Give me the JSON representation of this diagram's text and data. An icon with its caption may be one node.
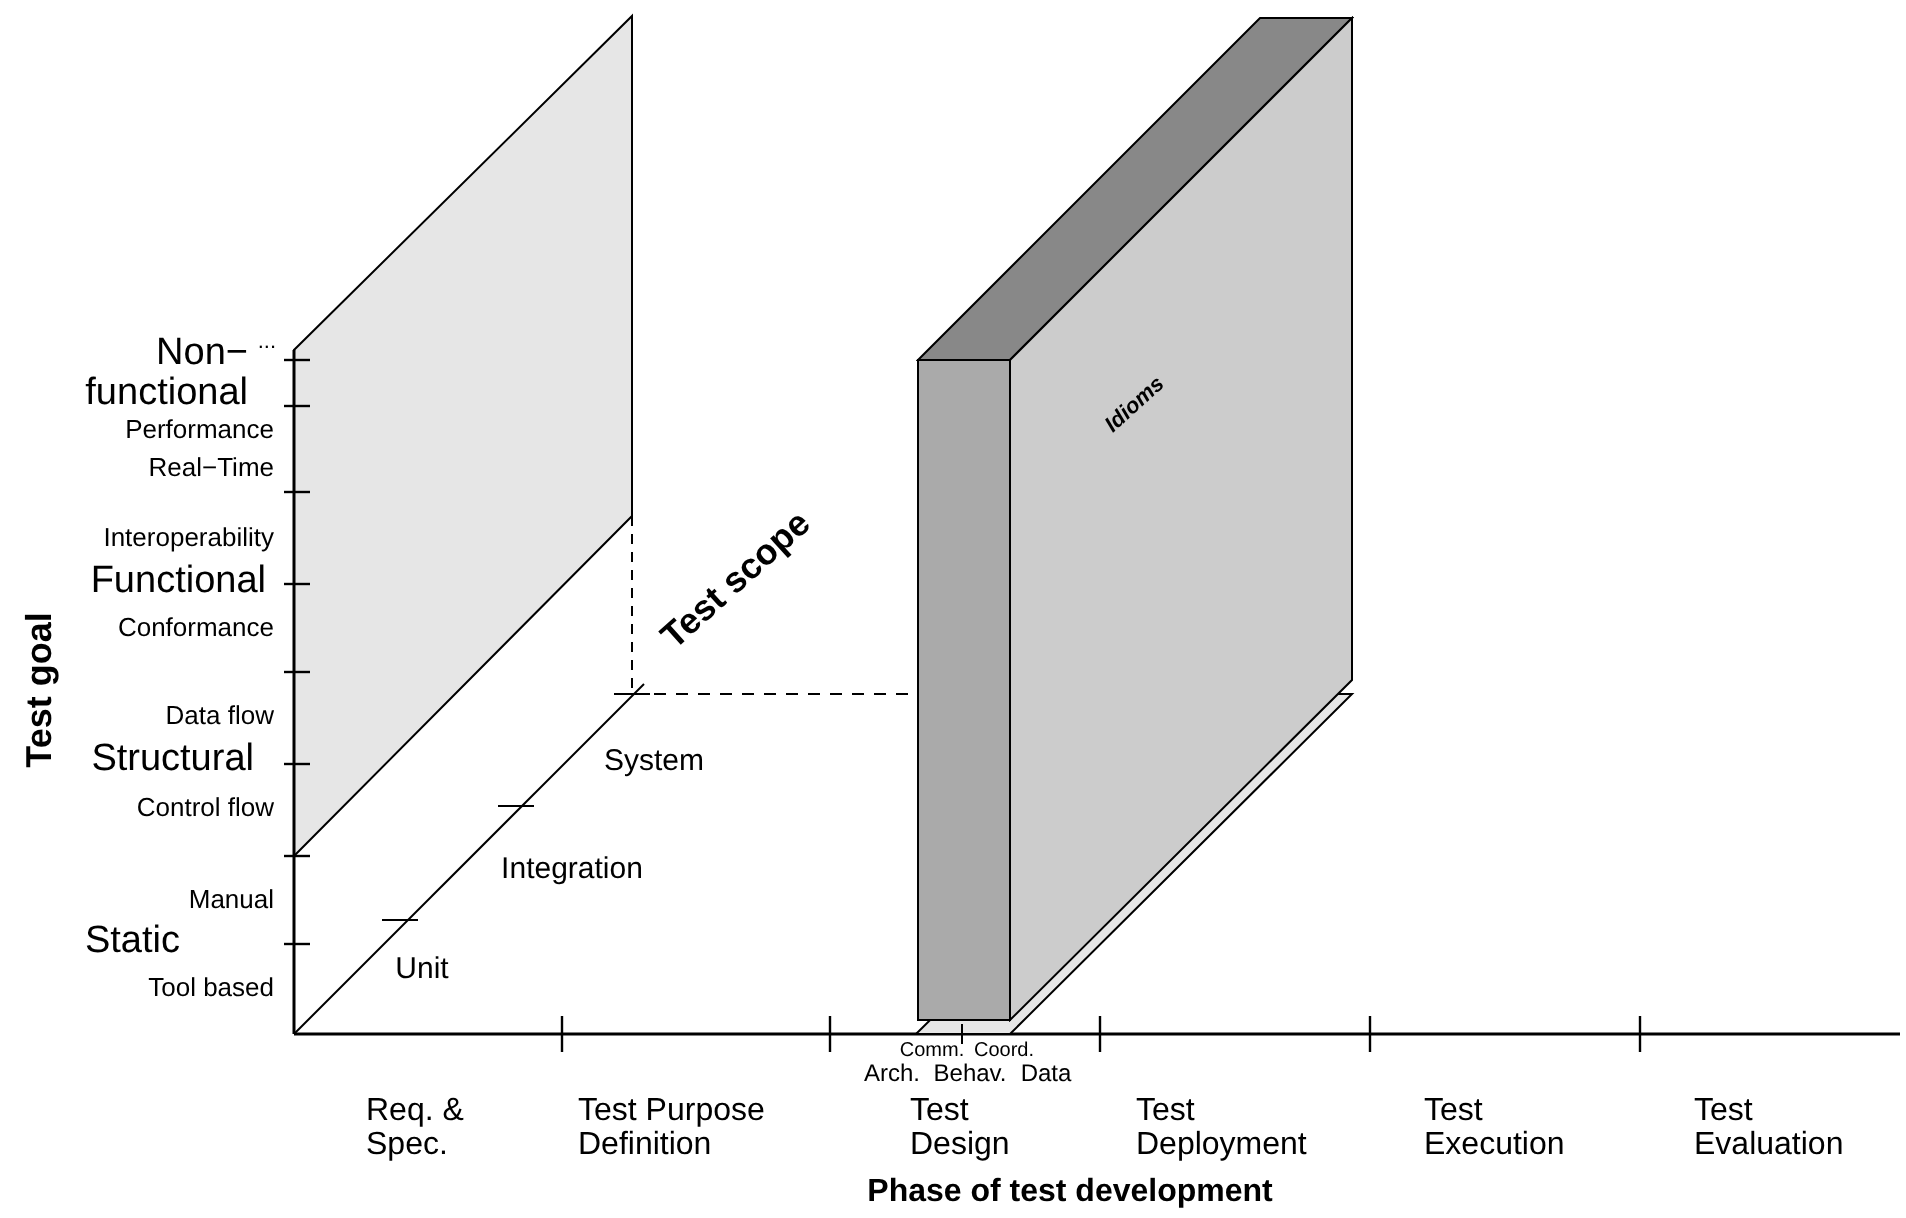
{
  "diagram": {
    "nodes": [
      {
        "text": [
          "Idioms"
        ]
      }
    ],
    "labels": [
      "...",
      "Non− functional",
      "Performance",
      "Real−Time",
      "Interoperability",
      "Functional",
      "Test scope",
      "Conformance",
      "Test goal",
      "Data flow",
      "Structural",
      "System",
      "Control flow",
      "Integration",
      "Manual",
      "Static",
      "Unit",
      "Tool based",
      "Comm.",
      "Coord.",
      "Arch.",
      "Behav.",
      "Data",
      "Req. & Spec.",
      "Test Purpose Definition",
      "Test Design",
      "Test Deployment",
      "Test Execution",
      "Test Evaluation",
      "Phase of test development"
    ]
  }
}
